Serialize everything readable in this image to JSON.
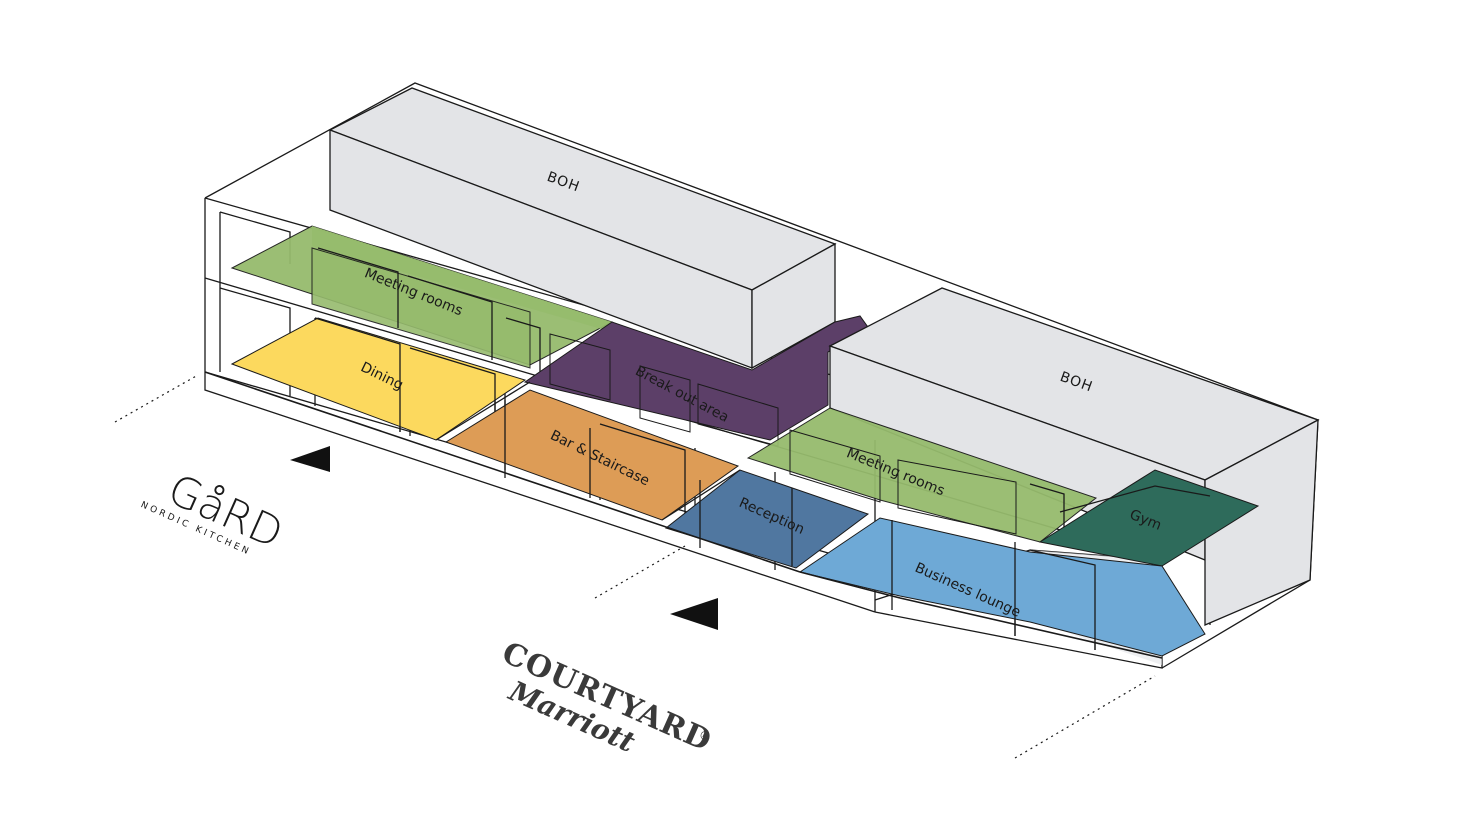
{
  "colors": {
    "background": "#ffffff",
    "boh_block": "#e3e4e7",
    "meeting_rooms": "#96bb6d",
    "dining": "#fcd95e",
    "break_out_area": "#5c3f68",
    "bar_staircase": "#dd9c56",
    "reception": "#5077a0",
    "business_lounge": "#6ea9d6",
    "gym": "#2e6b5b",
    "line": "#1a1a1a"
  },
  "zones": {
    "boh_upper": "BOH",
    "boh_lower": "BOH",
    "meeting_rooms_upper": "Meeting rooms",
    "dining": "Dining",
    "break_out_area": "Break out area",
    "bar_staircase": "Bar & Staircase",
    "meeting_rooms_lower": "Meeting rooms",
    "reception": "Reception",
    "gym": "Gym",
    "business_lounge": "Business lounge"
  },
  "logos": {
    "gard_name": "GåRD",
    "gard_tagline": "NORDIC KITCHEN",
    "courtyard_name": "COURTYARD",
    "courtyard_registered": "®",
    "courtyard_brand": "Marriott"
  }
}
